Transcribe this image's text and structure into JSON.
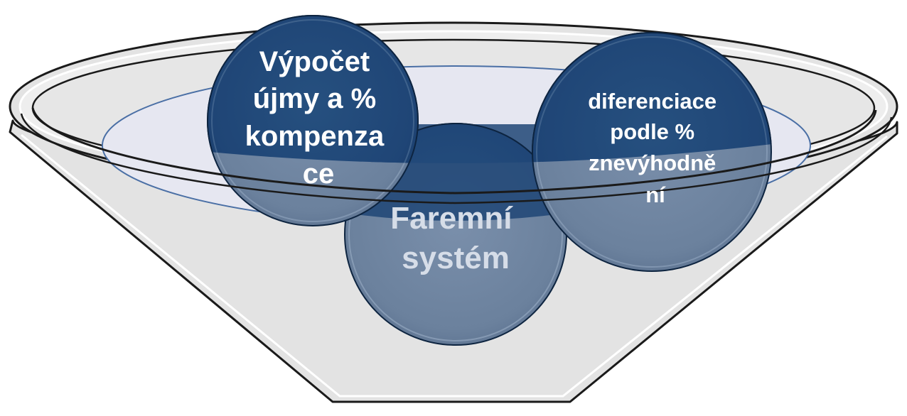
{
  "diagram": {
    "type": "funnel-with-balls",
    "colors": {
      "funnel_fill": "#e3e3e3",
      "funnel_stroke": "#1a1a1a",
      "inner_ellipse_fill": "#e6e7f1",
      "inner_ellipse_stroke": "#4a6fa5",
      "ball_dark": "#1f4576",
      "ball_light": "#6d829e",
      "ball_edge": "#0d2440",
      "text_light": "#ffffff",
      "text_muted": "#d6dde8"
    },
    "balls": [
      {
        "id": "left",
        "lines": [
          "Výpočet",
          "újmy a %",
          "kompenza",
          "ce"
        ]
      },
      {
        "id": "right",
        "lines": [
          "diferenciace",
          "podle %",
          "znevýhodně",
          "ní"
        ]
      },
      {
        "id": "center",
        "lines": [
          "Faremní",
          "systém"
        ]
      }
    ]
  }
}
